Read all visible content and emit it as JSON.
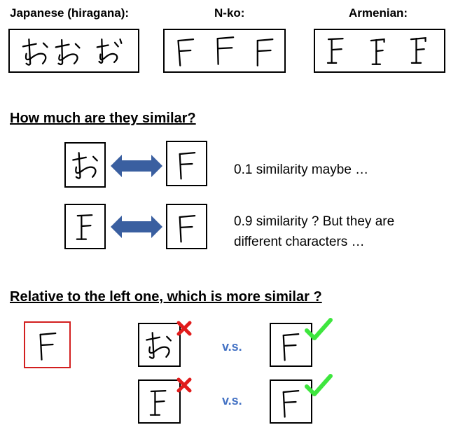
{
  "scripts": {
    "japanese_label": "Japanese (hiragana):",
    "nko_label": "N-ko:",
    "armenian_label": "Armenian:"
  },
  "question1": "How much are they similar?",
  "comparisons": [
    {
      "note": "0.1 similarity maybe …"
    },
    {
      "note_line1": "0.9 similarity ? But they are",
      "note_line2": "different characters …"
    }
  ],
  "question2": "Relative to the left one, which is more similar ?",
  "vs_label": "v.s.",
  "colors": {
    "arrow": "#3a5fa0",
    "cross": "#e11b1b",
    "check": "#3ee63e",
    "reference_border": "#d21f1f",
    "vs_text": "#4472c4"
  }
}
